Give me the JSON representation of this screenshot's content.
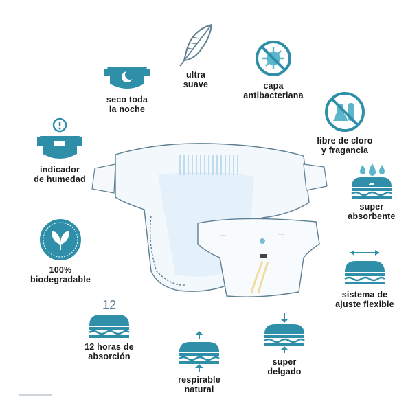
{
  "colors": {
    "teal": "#2f8fa8",
    "teal_light": "#5bb6cc",
    "outline": "#5f7f93",
    "text": "#1a1a1a"
  },
  "features": {
    "seco": {
      "icon": "moon-diaper-icon",
      "line1": "seco toda",
      "line2": "la noche"
    },
    "suave": {
      "icon": "feather-icon",
      "line1": "ultra",
      "line2": "suave"
    },
    "antibac": {
      "icon": "no-bacteria-icon",
      "line1": "capa",
      "line2": "antibacteriana"
    },
    "cloro": {
      "icon": "no-chemicals-icon",
      "line1": "libre de cloro",
      "line2": "y fragancia"
    },
    "humedad": {
      "icon": "wetness-indicator-icon",
      "line1": "indicador",
      "line2": "de humedad"
    },
    "absorbente": {
      "icon": "droplet-layers-icon",
      "line1": "super",
      "line2": "absorbente"
    },
    "bio": {
      "icon": "leaf-badge-icon",
      "line1": "100%",
      "line2": "biodegradable"
    },
    "ajuste": {
      "icon": "stretch-layers-icon",
      "line1": "sistema de",
      "line2": "ajuste flexible"
    },
    "horas": {
      "icon": "twelve-layers-icon",
      "badge": "12",
      "line1": "12 horas de",
      "line2": "absorción"
    },
    "delgado": {
      "icon": "compress-layers-icon",
      "line1": "super",
      "line2": "delgado"
    },
    "respirable": {
      "icon": "breathable-layers-icon",
      "line1": "respirable",
      "line2": "natural"
    }
  }
}
